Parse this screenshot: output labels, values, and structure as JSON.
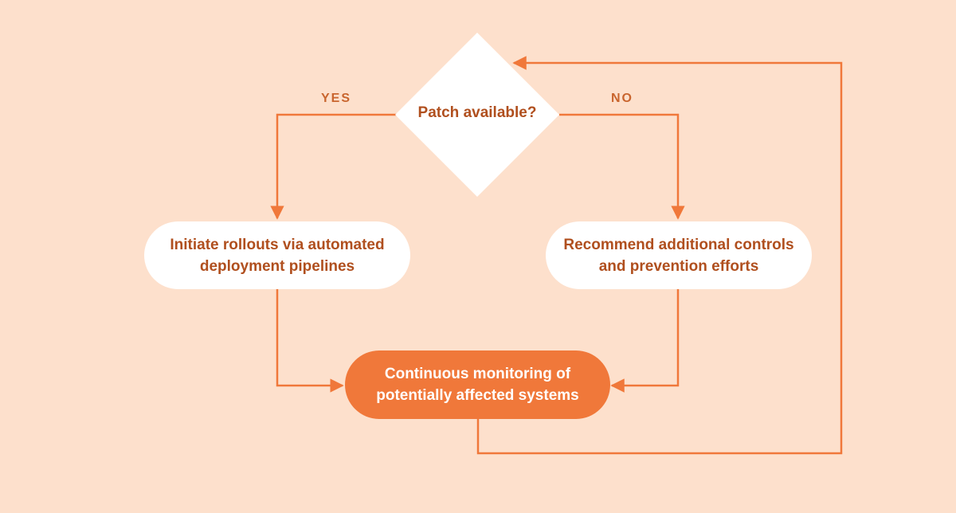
{
  "colors": {
    "background": "#fde0cc",
    "connector": "#f0783a",
    "node_fill": "#ffffff",
    "node_text": "#b04f1e",
    "accent_fill": "#f0783a",
    "accent_text": "#ffffff"
  },
  "decision": {
    "label": "Patch available?"
  },
  "branches": {
    "yes": "YES",
    "no": "NO"
  },
  "nodes": {
    "yes_action": "Initiate rollouts via automated deployment pipelines",
    "no_action": "Recommend additional controls and prevention efforts",
    "monitoring": "Continuous monitoring of potentially affected systems"
  }
}
